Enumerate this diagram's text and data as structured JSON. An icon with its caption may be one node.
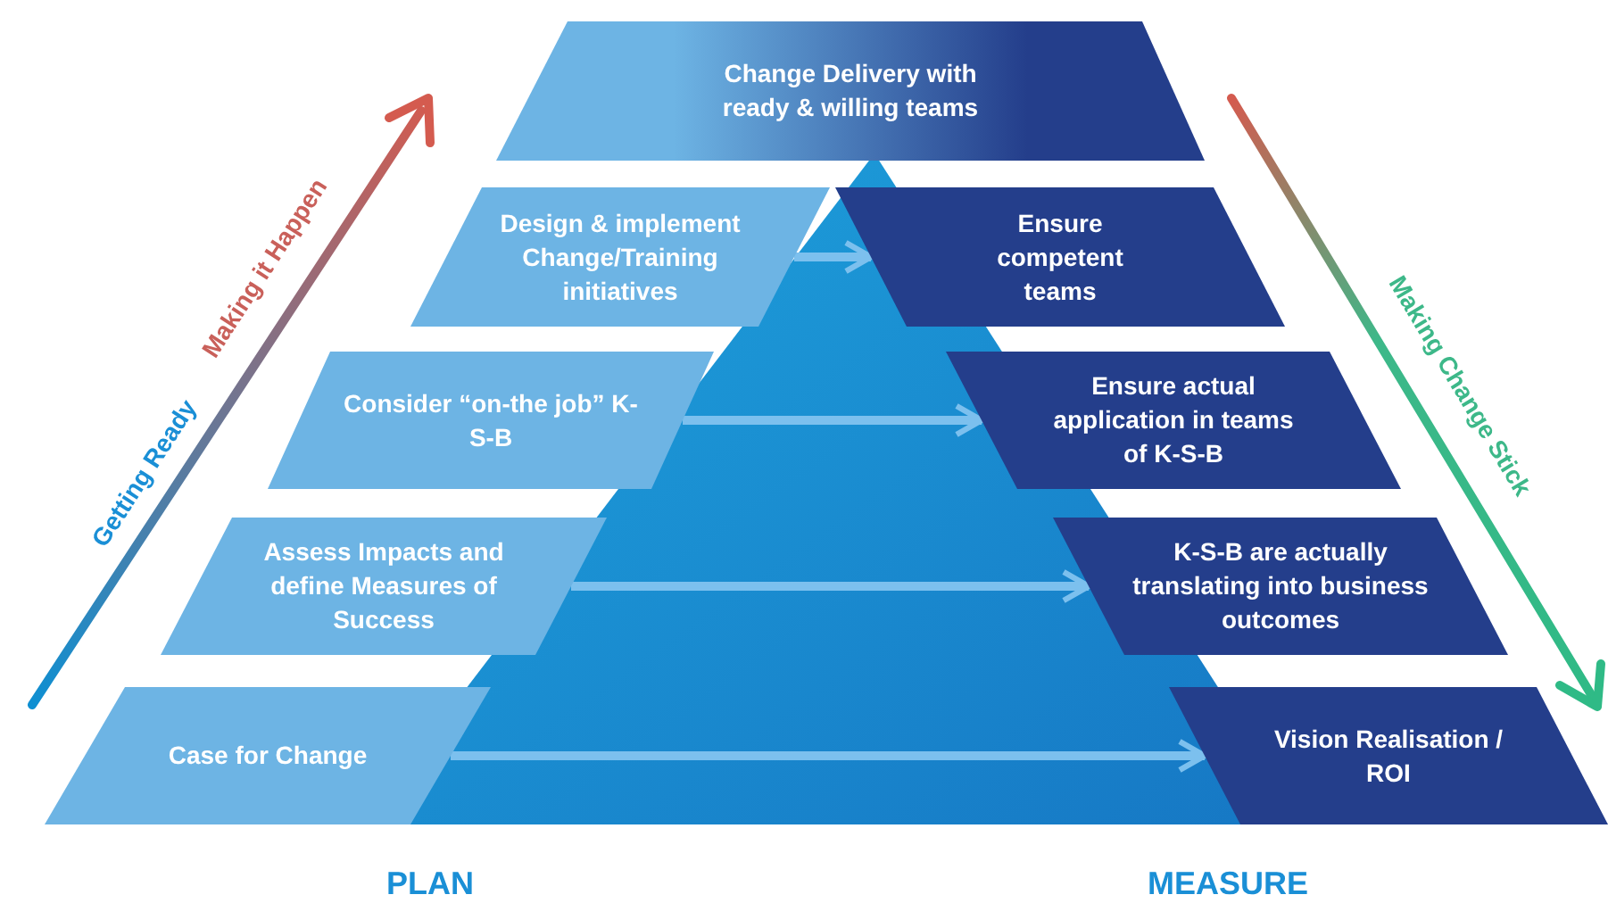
{
  "diagram": {
    "nodes": [
      {
        "text": [
          "Change Delivery with ready & willing teams"
        ]
      },
      {
        "text": [
          "Design & implement Change/Training initiatives"
        ]
      },
      {
        "text": [
          "Ensure competent teams"
        ]
      },
      {
        "text": [
          "Consider “on-the job” K-S-B"
        ]
      },
      {
        "text": [
          "Ensure actual application in teams of K-S-B"
        ]
      },
      {
        "text": [
          "Assess Impacts and define Measures of Success"
        ]
      },
      {
        "text": [
          "K-S-B are actually translating into business outcomes"
        ]
      },
      {
        "text": [
          "Case for Change"
        ]
      },
      {
        "text": [
          "Vision Realisation / ROI"
        ]
      }
    ],
    "edges": [
      {
        "from": 1,
        "to": 2,
        "arrow": "to"
      },
      {
        "from": 3,
        "to": 4,
        "arrow": "to"
      },
      {
        "from": 5,
        "to": 6,
        "arrow": "to"
      },
      {
        "from": 7,
        "to": 8,
        "arrow": "to"
      }
    ],
    "labels": [
      "Making it Happen",
      "Getting Ready",
      "Making Change Stick",
      "PLAN",
      "MEASURE"
    ]
  }
}
